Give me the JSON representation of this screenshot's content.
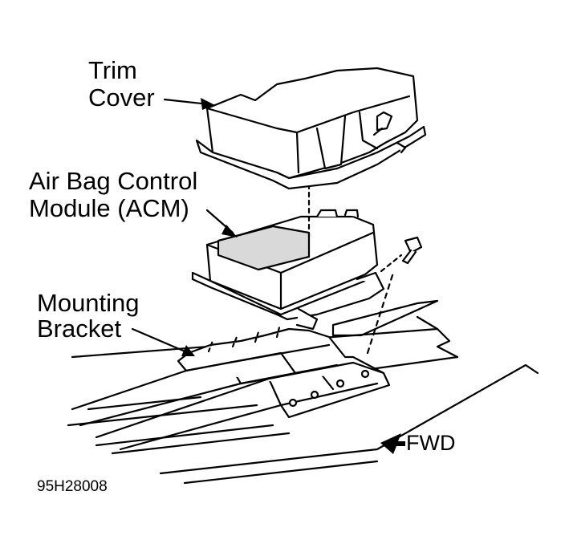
{
  "labels": {
    "trim_cover": [
      "Trim",
      "Cover"
    ],
    "acm": [
      "Air Bag Control",
      "Module (ACM)"
    ],
    "bracket": [
      "Mounting",
      "Bracket"
    ]
  },
  "direction": "FWD",
  "figure_code": "95H28008",
  "colors": {
    "ink": "#000000",
    "paper": "#ffffff",
    "shade": "#d9d9d9"
  },
  "icons": [
    "forward-arrow-icon"
  ]
}
